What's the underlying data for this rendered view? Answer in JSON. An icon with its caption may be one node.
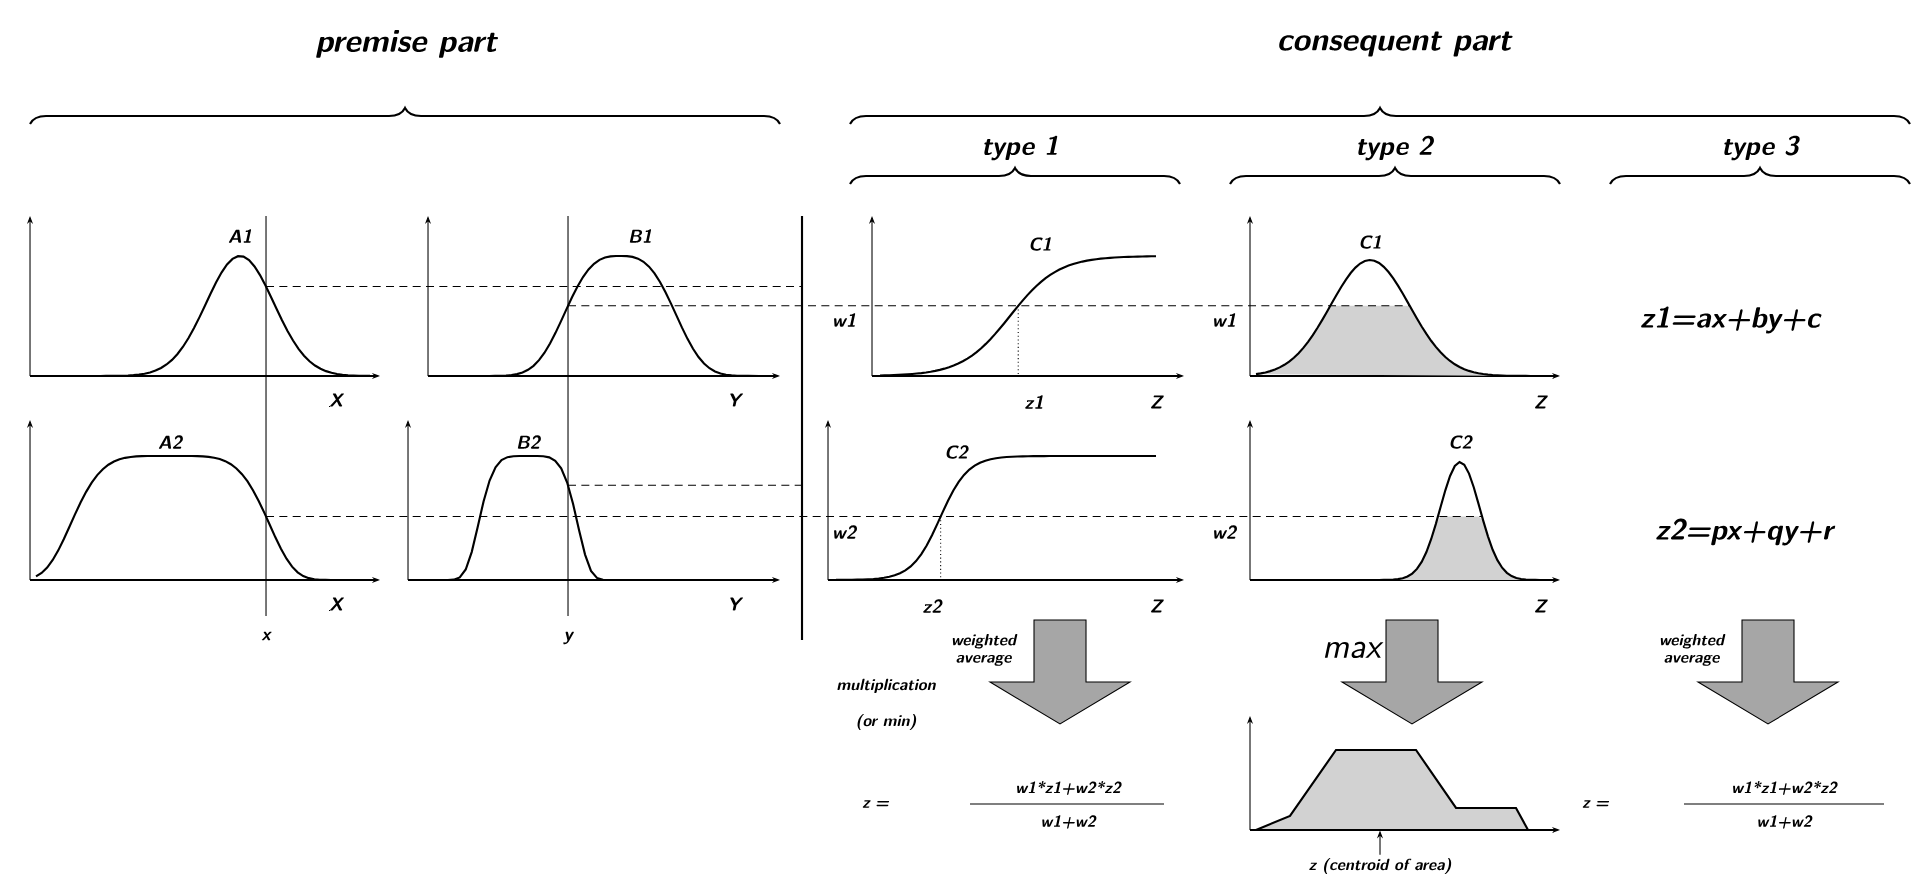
{
  "diagram": {
    "nodes": [
      {
        "text": [
          "z (centroid of area)"
        ]
      },
      {
        "text": [],
        "shape": "picture"
      }
    ],
    "edges": [
      {
        "from": 0,
        "to": 1,
        "arrow": "to"
      }
    ],
    "labels": [
      "premise part",
      "consequent part",
      "type 1",
      "type 2",
      "type 3",
      "A1",
      "B1",
      "C1",
      "C1",
      "w1",
      "w1",
      "z1=ax+by+c",
      "X",
      "Y",
      "z1",
      "Z",
      "Z",
      "A2",
      "B2",
      "C2",
      "C2",
      "w2",
      "w2",
      "z2=px+qy+r",
      "X",
      "Y",
      "z2",
      "Z",
      "Z",
      "x",
      "y",
      "weighted average",
      "max",
      "multiplication",
      "(or min)",
      "weighted average",
      "z =",
      "w1*z1+w2*z2",
      "w1+w2",
      "z =",
      "w1*z1+w2*z2",
      "w1+w2"
    ]
  }
}
